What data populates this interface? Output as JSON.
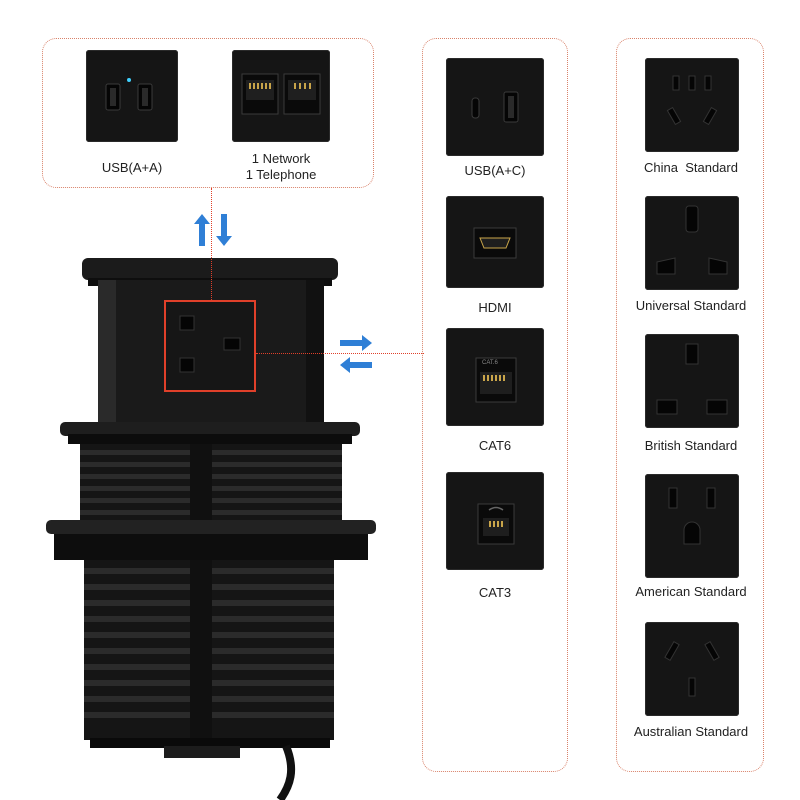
{
  "top_modules": [
    {
      "label": "USB(A+A)",
      "icon": "usb-a-double-icon"
    },
    {
      "label_line1": "1 Network",
      "label_line2": "1 Telephone",
      "icon": "rj45-rj11-icon"
    }
  ],
  "middle_modules": [
    {
      "label": "USB(A+C)",
      "icon": "usb-c-a-icon"
    },
    {
      "label": "HDMI",
      "icon": "hdmi-icon"
    },
    {
      "label": "CAT6",
      "icon": "cat6-icon",
      "jack_text": "CAT.6"
    },
    {
      "label": "CAT3",
      "icon": "cat3-icon"
    }
  ],
  "socket_standards": [
    {
      "label": "China  Standard",
      "icon": "china-socket-icon"
    },
    {
      "label": "Universal Standard",
      "icon": "universal-socket-icon"
    },
    {
      "label": "British Standard",
      "icon": "british-socket-icon"
    },
    {
      "label": "American Standard",
      "icon": "american-socket-icon"
    },
    {
      "label": "Australian Standard",
      "icon": "australian-socket-icon"
    }
  ],
  "colors": {
    "panel_border": "#d9826a",
    "highlight": "#e0402a",
    "arrow": "#2f7fd6",
    "module": "#151515"
  }
}
